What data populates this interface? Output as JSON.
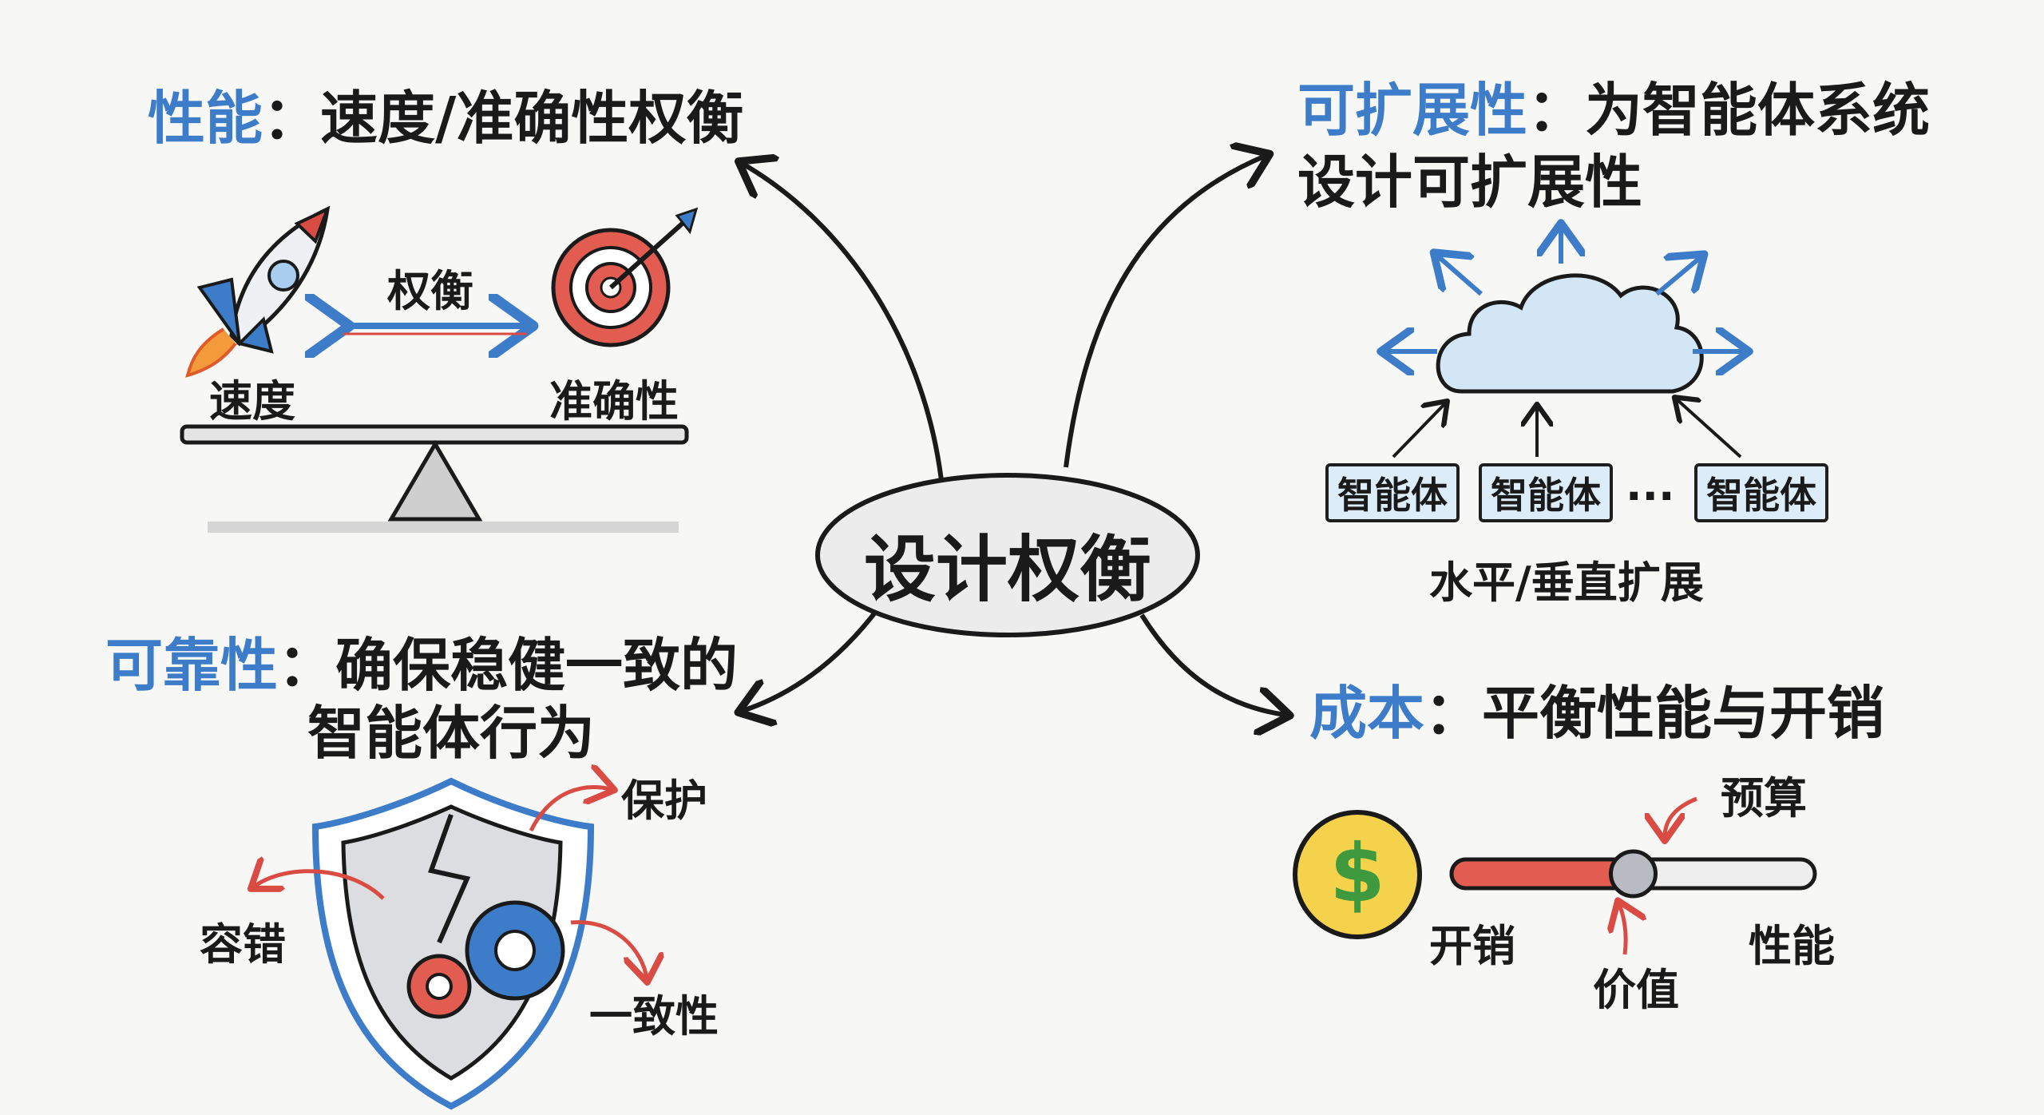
{
  "center": {
    "label": "设计权衡"
  },
  "performance": {
    "heading_prefix": "性能",
    "heading_suffix": "：速度/准确性权衡",
    "tradeoff_label": "权衡",
    "left_label": "速度",
    "right_label": "准确性",
    "icons": [
      "rocket-icon",
      "target-icon",
      "seesaw-icon"
    ]
  },
  "scalability": {
    "heading_prefix": "可扩展性",
    "heading_line1_suffix": "：为智能体系统",
    "heading_line2": "设计可扩展性",
    "agents": [
      "智能体",
      "智能体",
      "智能体"
    ],
    "ellipsis": "···",
    "caption": "水平/垂直扩展",
    "icons": [
      "cloud-icon"
    ]
  },
  "reliability": {
    "heading_prefix": "可靠性",
    "heading_line1_suffix": "：确保稳健一致的",
    "heading_line2": "智能体行为",
    "labels": {
      "protect": "保护",
      "fault_tolerance": "容错",
      "consistency": "一致性"
    },
    "icons": [
      "shield-icon",
      "gear-icon"
    ]
  },
  "cost": {
    "heading_prefix": "成本",
    "heading_suffix": "：平衡性能与开销",
    "labels": {
      "budget": "预算",
      "expense": "开销",
      "performance": "性能",
      "value": "价值"
    },
    "budget_slider_fraction": 0.5,
    "icons": [
      "dollar-coin-icon",
      "slider-icon"
    ]
  },
  "colors": {
    "accent_blue": "#3d7cc9",
    "accent_red": "#d94b43",
    "ink": "#1a1a1a",
    "cloud_fill": "#d3e6f5",
    "coin_fill": "#f4d24b",
    "coin_symbol": "#3f9a3f"
  }
}
